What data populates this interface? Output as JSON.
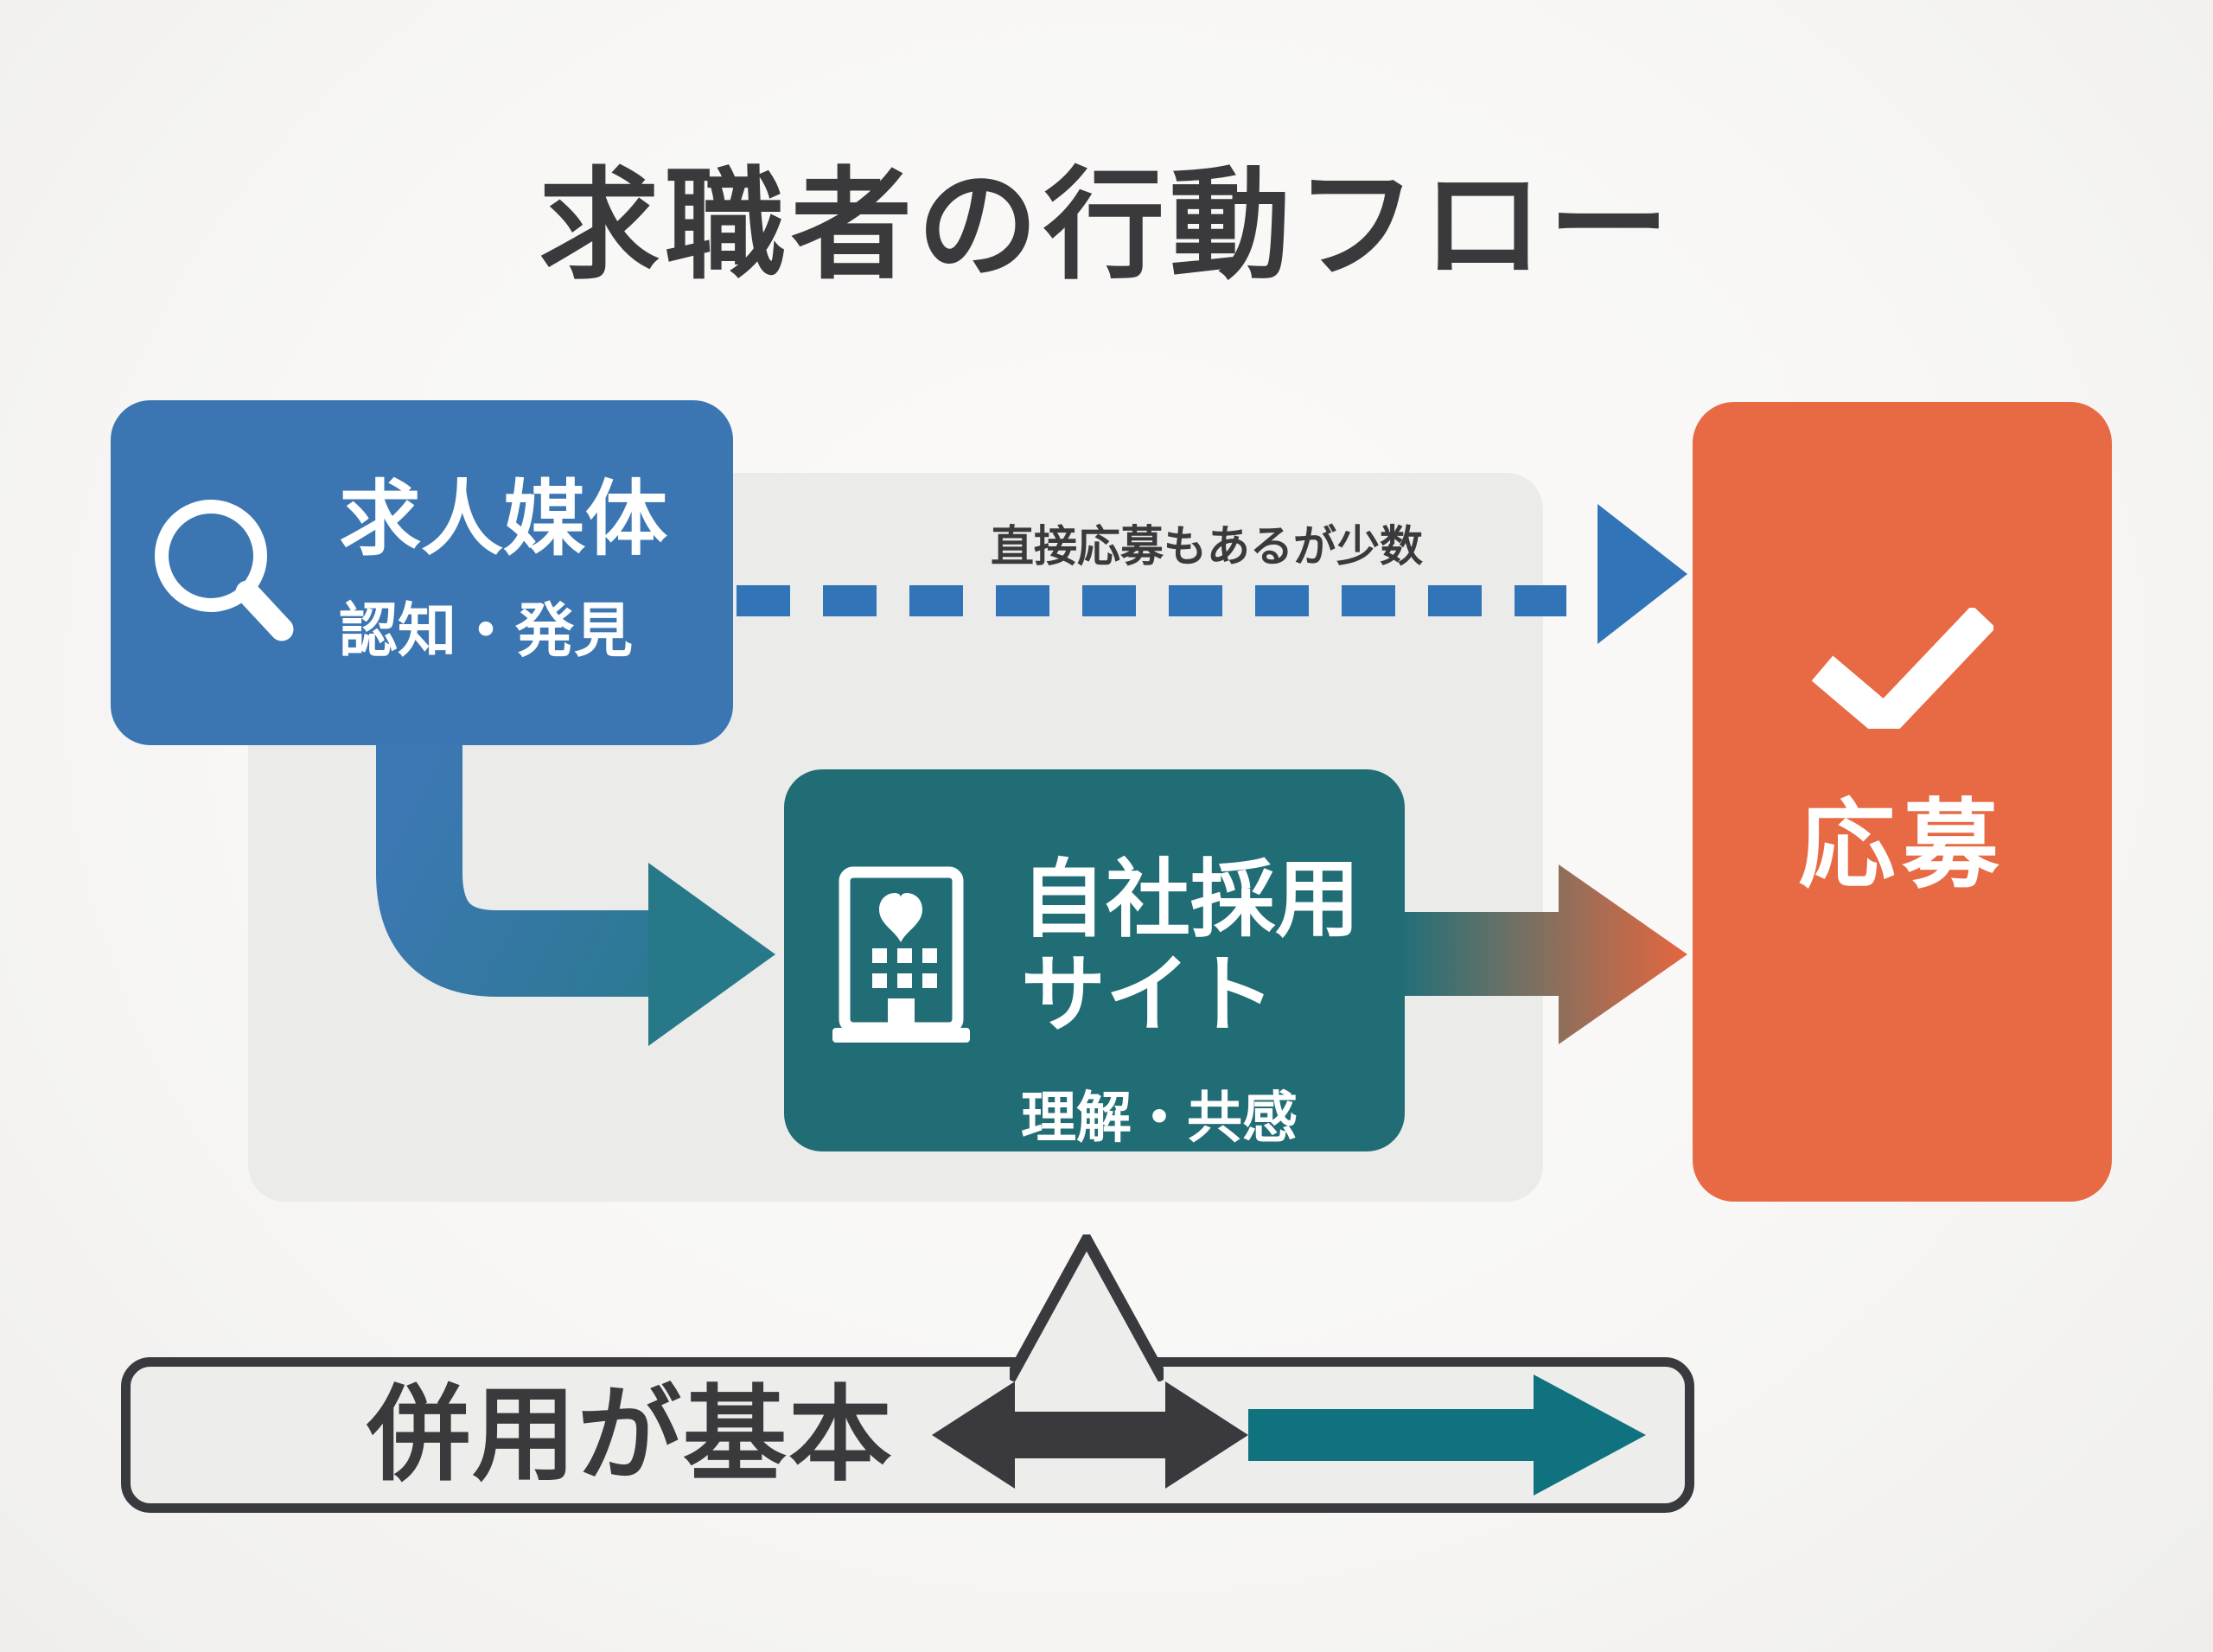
{
  "page": {
    "title": "求職者の行動フロー"
  },
  "colors": {
    "title_text": "#3a3a3d",
    "panel_gray": "#ebebea",
    "node_blue": "#3b76b2",
    "node_teal": "#216d75",
    "node_orange": "#e76a44",
    "dashed_arrow_blue": "#3174b8",
    "footer_border_dark": "#393a3d",
    "footer_fill": "#ededec",
    "footer_arrow_dark": "#3a3a3e",
    "footer_arrow_teal": "#10727f",
    "gradient_blue_to_teal": [
      "#3c78b3",
      "#27798a"
    ],
    "gradient_teal_to_orange": [
      "#1e6f7a",
      "#e5663f"
    ]
  },
  "nodes": {
    "job_media": {
      "title": "求人媒体",
      "subtitle": "認知・発見",
      "icon": "magnifier-icon"
    },
    "company_site": {
      "title_line1": "自社採用",
      "title_line2": "サイト",
      "subtitle": "理解・共感",
      "icon": "building-heart-icon"
    },
    "application": {
      "title": "応募",
      "icon": "checkmark-icon"
    }
  },
  "edges": {
    "direct_apply": {
      "label": "直接応募もあるが少数",
      "style": "dashed-blue-arrow"
    },
    "media_to_site": {
      "style": "solid-elbow-arrow-blue-to-teal"
    },
    "site_to_application": {
      "style": "solid-arrow-teal-to-orange"
    }
  },
  "footer": {
    "label": "併用が基本",
    "icons": [
      "double-headed-arrow-icon",
      "teal-right-arrow-icon"
    ]
  }
}
